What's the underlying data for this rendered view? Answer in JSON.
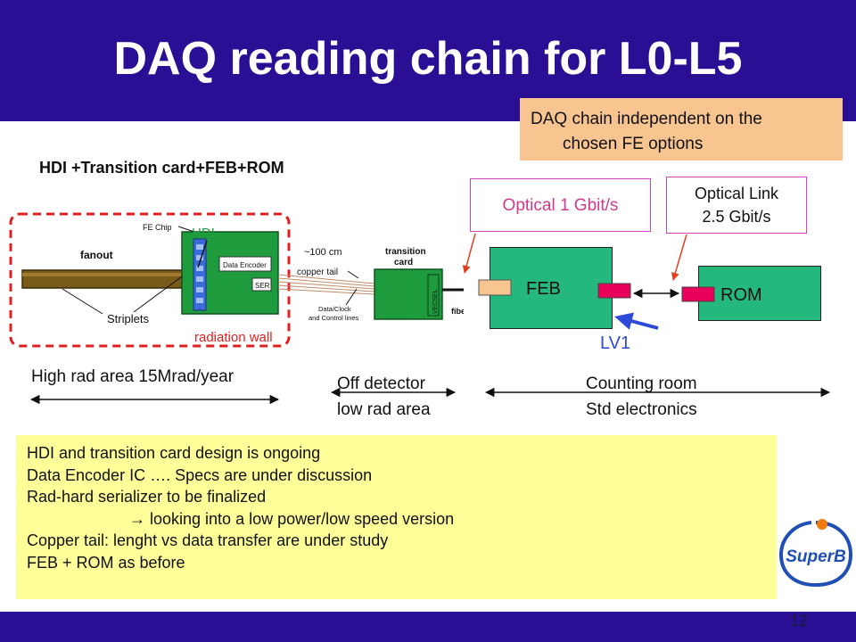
{
  "title": "DAQ reading chain for L0-L5",
  "note": {
    "line1": "DAQ chain independent on the",
    "line2": "chosen FE options"
  },
  "subtitle": "HDI +Transition card+FEB+ROM",
  "optical1": "Optical 1 Gbit/s",
  "optical_link": {
    "line1": "Optical Link",
    "line2": "2.5 Gbit/s"
  },
  "boxes": {
    "feb": "FEB",
    "rom": "ROM",
    "lv1": "LV1"
  },
  "hdi_drawing": {
    "fe_chip": "FE Chip",
    "hdi": "HDI",
    "fanout": "fanout",
    "data_encoder": "Data Encoder",
    "ser": "SER",
    "striplets": "Striplets",
    "radiation_wall": "radiation wall",
    "distance": "~100 cm",
    "copper_tail": "copper tail",
    "data_clock_1": "Data/Clock",
    "data_clock_2": "and Control lines",
    "transition_1": "transition",
    "transition_2": "card",
    "vecsel": "VECSEL",
    "fibers": "fibers"
  },
  "areas": {
    "high_rad": "High rad area 15Mrad/year",
    "off_detector_1": "Off detector",
    "off_detector_2": "low rad area",
    "counting_1": "Counting room",
    "counting_2": "Std electronics"
  },
  "status": [
    "HDI and transition card design is ongoing",
    "Data Encoder IC …. Specs are under discussion",
    "Rad-hard serializer to be finalized",
    " looking into a low power/low speed version",
    "Copper tail: lenght vs data transfer are under study",
    "FEB + ROM as before"
  ],
  "logo": "SuperB",
  "page_number": "12",
  "colors": {
    "band": "#2a0f94",
    "note_bg": "#f8c590",
    "status_bg": "#ffff99",
    "box_green": "#25b87c",
    "pink": "#d040c0",
    "lv1_blue": "#2d4ad8",
    "arrow_red": "#e04020",
    "wall_red": "#e02020"
  }
}
